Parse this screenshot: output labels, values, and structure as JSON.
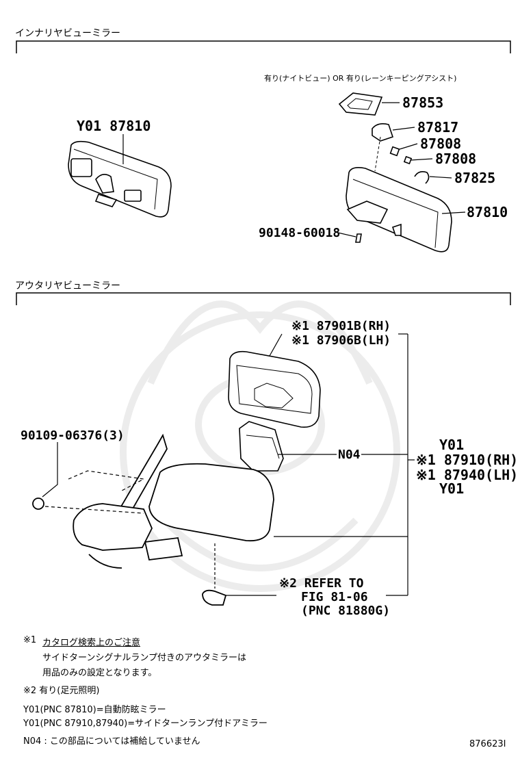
{
  "sections": {
    "inner": "インナリヤビューミラー",
    "outer": "アウタリヤビューミラー"
  },
  "inner": {
    "left_label": "Y01 87810",
    "option_note": "有り(ナイトビュー) OR 有り(レーンキーピングアシスト)",
    "parts": [
      "87853",
      "87817",
      "87808",
      "87808",
      "87825",
      "87810"
    ],
    "screw": "90148-60018"
  },
  "outer": {
    "glass_rh": "※1 87901B(RH)",
    "glass_lh": "※1 87906B(LH)",
    "bolt": "90109-06376(3)",
    "n04": "N04",
    "assy": [
      "Y01",
      "※1 87910(RH)",
      "※1 87940(LH)",
      "Y01"
    ],
    "refer": [
      "※2 REFER TO",
      "FIG 81-06",
      "(PNC 81880G)"
    ]
  },
  "notes": {
    "n1_mark": "※1",
    "n1_title": "カタログ検索上のご注意",
    "n1_line1": "サイドターンシグナルランプ付きのアウタミラーは",
    "n1_line2": "用品のみの設定となります。",
    "n2": "※2 有り(足元照明)",
    "y01_a": "Y01(PNC 87810)=自動防眩ミラー",
    "y01_b": "Y01(PNC 87910,87940)=サイドターンランプ付ドアミラー",
    "n04": "N04 : この部品については補給していません"
  },
  "figure_id": "876623I"
}
